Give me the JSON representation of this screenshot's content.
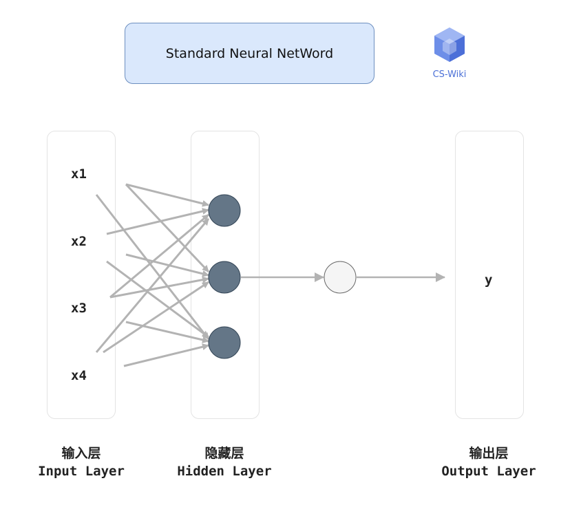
{
  "title": "Standard Neural NetWord",
  "logo": {
    "icon": "cube-logo-icon",
    "text": "CS-Wiki",
    "color": "#4a6fd6"
  },
  "layers": {
    "input": {
      "cn": "输入层",
      "en": "Input Layer",
      "nodes": [
        "x1",
        "x2",
        "x3",
        "x4"
      ]
    },
    "hidden": {
      "cn": "隐藏层",
      "en": "Hidden Layer",
      "node_count": 3,
      "node_color": "#647687"
    },
    "activation": {
      "node_color": "#f5f5f5"
    },
    "output": {
      "cn": "输出层",
      "en": "Output Layer",
      "nodes": [
        "y"
      ]
    }
  },
  "colors": {
    "edge": "#b3b3b3",
    "title_fill": "#dae8fc",
    "title_stroke": "#6c8ebf",
    "panel_border": "#e3e3e3"
  }
}
